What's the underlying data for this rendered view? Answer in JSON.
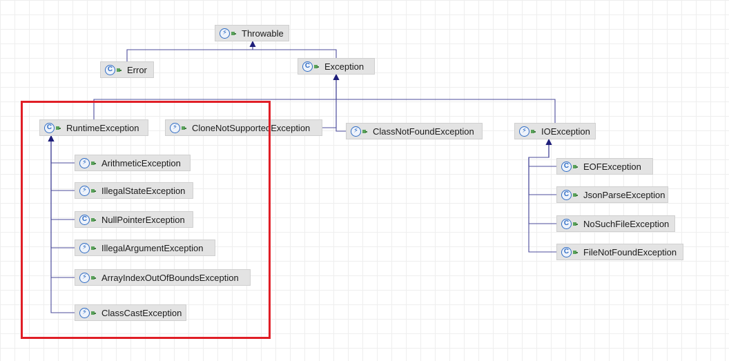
{
  "colors": {
    "edge": "#4b4b9b",
    "highlight": "#e01e26",
    "node_fill": "#e3e3e3",
    "icon": "#2f6cc4"
  },
  "nodes": [
    {
      "id": "throwable",
      "label": "Throwable",
      "kind": "class-abstract",
      "icon": "abstract-class-icon"
    },
    {
      "id": "error",
      "label": "Error",
      "kind": "class",
      "icon": "class-icon"
    },
    {
      "id": "exception",
      "label": "Exception",
      "kind": "class",
      "icon": "class-icon"
    },
    {
      "id": "runtime",
      "label": "RuntimeException",
      "kind": "class",
      "icon": "class-icon"
    },
    {
      "id": "clonenotsupported",
      "label": "CloneNotSupportedException",
      "kind": "class-abstract",
      "icon": "abstract-class-icon"
    },
    {
      "id": "classnotfound",
      "label": "ClassNotFoundException",
      "kind": "class-abstract",
      "icon": "abstract-class-icon"
    },
    {
      "id": "ioexception",
      "label": "IOException",
      "kind": "class-abstract",
      "icon": "abstract-class-icon"
    },
    {
      "id": "arithmetic",
      "label": "ArithmeticException",
      "kind": "class-abstract",
      "icon": "abstract-class-icon"
    },
    {
      "id": "illegalstate",
      "label": "IllegalStateException",
      "kind": "class-abstract",
      "icon": "abstract-class-icon"
    },
    {
      "id": "nullpointer",
      "label": "NullPointerException",
      "kind": "class",
      "icon": "class-icon"
    },
    {
      "id": "illegalargument",
      "label": "IllegalArgumentException",
      "kind": "class-abstract",
      "icon": "abstract-class-icon"
    },
    {
      "id": "arrayindex",
      "label": "ArrayIndexOutOfBoundsException",
      "kind": "class-abstract",
      "icon": "abstract-class-icon"
    },
    {
      "id": "classcast",
      "label": "ClassCastException",
      "kind": "class-abstract",
      "icon": "abstract-class-icon"
    },
    {
      "id": "eof",
      "label": "EOFException",
      "kind": "class",
      "icon": "class-icon"
    },
    {
      "id": "jsonparse",
      "label": "JsonParseException",
      "kind": "class",
      "icon": "class-icon"
    },
    {
      "id": "nosuchfile",
      "label": "NoSuchFileException",
      "kind": "class",
      "icon": "class-icon"
    },
    {
      "id": "filenotfound",
      "label": "FileNotFoundException",
      "kind": "class",
      "icon": "class-icon"
    }
  ],
  "edges": [
    {
      "from": "error",
      "to": "throwable"
    },
    {
      "from": "exception",
      "to": "throwable"
    },
    {
      "from": "runtime",
      "to": "exception"
    },
    {
      "from": "clonenotsupported",
      "to": "exception"
    },
    {
      "from": "classnotfound",
      "to": "exception"
    },
    {
      "from": "ioexception",
      "to": "exception"
    },
    {
      "from": "arithmetic",
      "to": "runtime"
    },
    {
      "from": "illegalstate",
      "to": "runtime"
    },
    {
      "from": "nullpointer",
      "to": "runtime"
    },
    {
      "from": "illegalargument",
      "to": "runtime"
    },
    {
      "from": "arrayindex",
      "to": "runtime"
    },
    {
      "from": "classcast",
      "to": "runtime"
    },
    {
      "from": "eof",
      "to": "ioexception"
    },
    {
      "from": "jsonparse",
      "to": "ioexception"
    },
    {
      "from": "nosuchfile",
      "to": "ioexception"
    },
    {
      "from": "filenotfound",
      "to": "ioexception"
    }
  ],
  "icon_glyphs": {
    "class": "C",
    "class-abstract": "⚡"
  }
}
